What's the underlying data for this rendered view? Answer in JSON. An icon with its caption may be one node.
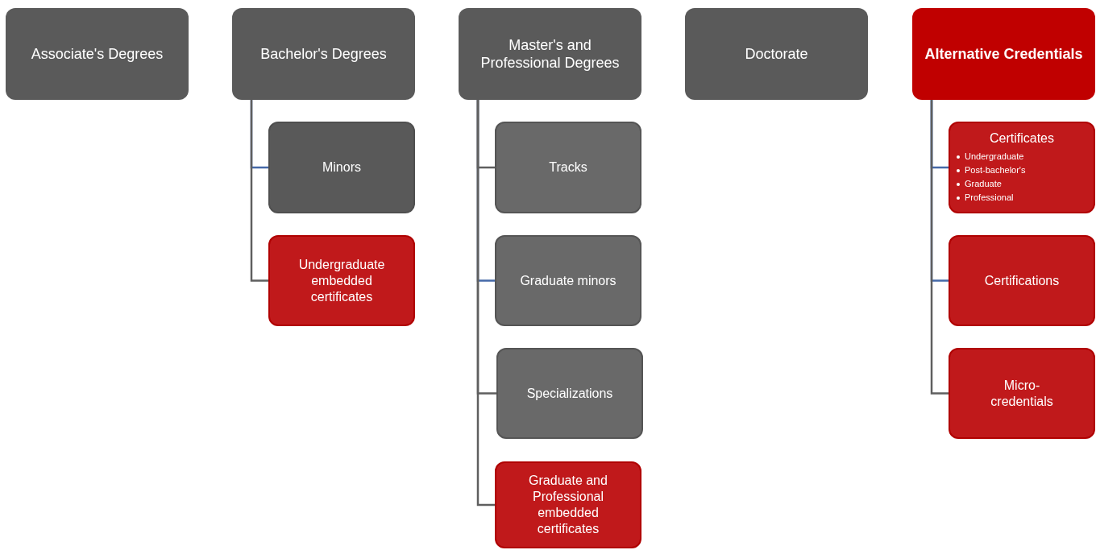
{
  "diagram": {
    "nodes": [
      {
        "text": [
          "Associate's Degrees"
        ]
      },
      {
        "text": [
          "Bachelor's Degrees"
        ]
      },
      {
        "text": [
          "Minors"
        ]
      },
      {
        "text": [
          "Undergraduate embedded certificates"
        ]
      },
      {
        "text": [
          "Master's and Professional Degrees"
        ]
      },
      {
        "text": [
          "Tracks"
        ]
      },
      {
        "text": [
          "Graduate minors"
        ]
      },
      {
        "text": [
          "Specializations"
        ]
      },
      {
        "text": [
          "Graduate and Professional embedded certificates"
        ]
      },
      {
        "text": [
          "Doctorate"
        ]
      },
      {
        "text": [
          "Alternative Credentials"
        ]
      },
      {
        "text": [
          "Certificates",
          "Undergraduate",
          "Post-bachelor's",
          "Graduate",
          "Professional"
        ]
      },
      {
        "text": [
          "Certifications"
        ]
      },
      {
        "text": [
          "Micro-credentials"
        ]
      }
    ],
    "edges": [
      {
        "from": 1,
        "to": 2,
        "arrow": "none",
        "color": "#4569a8"
      },
      {
        "from": 1,
        "to": 3,
        "arrow": "none"
      },
      {
        "from": 4,
        "to": 5,
        "arrow": "none"
      },
      {
        "from": 4,
        "to": 6,
        "arrow": "none",
        "color": "#4569a8"
      },
      {
        "from": 4,
        "to": 7,
        "arrow": "none"
      },
      {
        "from": 4,
        "to": 8,
        "arrow": "none"
      },
      {
        "from": 10,
        "to": 11,
        "arrow": "none",
        "color": "#4569a8"
      },
      {
        "from": 10,
        "to": 12,
        "arrow": "none",
        "color": "#4569a8"
      },
      {
        "from": 10,
        "to": 13,
        "arrow": "none"
      }
    ]
  }
}
